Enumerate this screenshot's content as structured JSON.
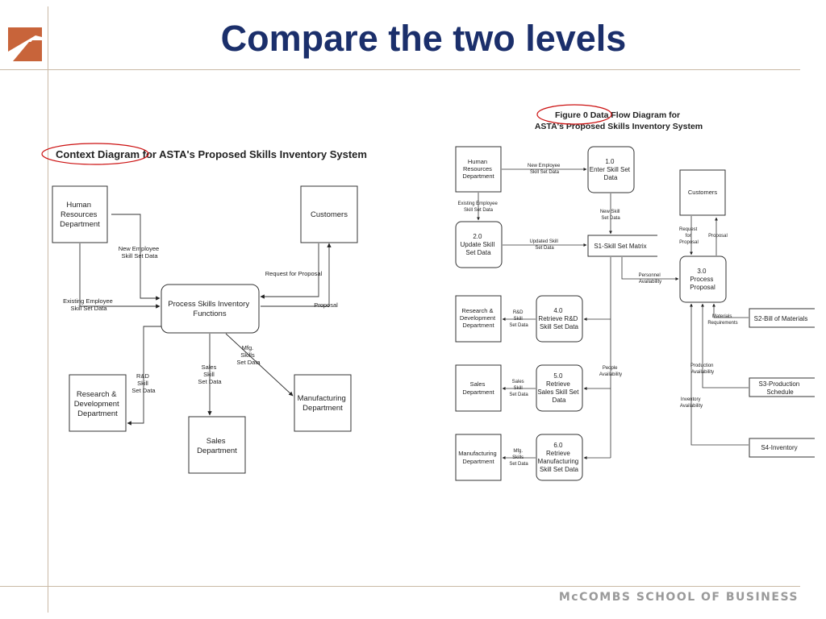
{
  "slide": {
    "title": "Compare the two levels",
    "footer": "McCOMBS SCHOOL OF BUSINESS"
  },
  "context": {
    "title": "Context Diagram for ASTA's Proposed Skills Inventory System",
    "hr": [
      "Human",
      "Resources",
      "Department"
    ],
    "customers": "Customers",
    "process": [
      "Process Skills Inventory",
      "Functions"
    ],
    "rd": [
      "Research &",
      "Development",
      "Department"
    ],
    "sales": [
      "Sales",
      "Department"
    ],
    "mfg": [
      "Manufacturing",
      "Department"
    ],
    "flow_new_emp": [
      "New Employee",
      "Skill Set Data"
    ],
    "flow_exist_emp": [
      "Existing Employee",
      "Skill Set Data"
    ],
    "flow_rfp": "Request for Proposal",
    "flow_proposal": "Proposal",
    "flow_rd": [
      "R&D",
      "Skill",
      "Set Data"
    ],
    "flow_sales": [
      "Sales",
      "Skill",
      "Set Data"
    ],
    "flow_mfg": [
      "Mfg.",
      "Skills",
      "Set Data"
    ]
  },
  "level0": {
    "title": [
      "Figure 0 Data Flow Diagram for",
      "ASTA's Proposed Skills Inventory System"
    ],
    "hr": [
      "Human",
      "Resources",
      "Department"
    ],
    "p1": [
      "1.0",
      "Enter Skill Set",
      "Data"
    ],
    "p2": [
      "2.0",
      "Update Skill",
      "Set Data"
    ],
    "s1": "S1-Skill Set Matrix",
    "customers": "Customers",
    "p3": [
      "3.0",
      "Process",
      "Proposal"
    ],
    "rd": [
      "Research &",
      "Development",
      "Department"
    ],
    "p4": [
      "4.0",
      "Retrieve R&D",
      "Skill Set Data"
    ],
    "sales": [
      "Sales",
      "Department"
    ],
    "p5": [
      "5.0",
      "Retrieve",
      "Sales Skill Set",
      "Data"
    ],
    "mfg": [
      "Manufacturing",
      "Department"
    ],
    "p6": [
      "6.0",
      "Retrieve",
      "Manufacturing",
      "Skill Set Data"
    ],
    "s2": "S2-Bill of Materials",
    "s3": [
      "S3-Production",
      "Schedule"
    ],
    "s4": "S4-Inventory",
    "flow_new_emp": [
      "New Employee",
      "Skill Set Data"
    ],
    "flow_exist_emp": [
      "Existing Employee",
      "Skill Set Data"
    ],
    "flow_new_skill": [
      "New Skill",
      "Set Data"
    ],
    "flow_updated": [
      "Updated Skill",
      "Set Data"
    ],
    "flow_personnel": [
      "Personnel",
      "Availability"
    ],
    "flow_rfp": [
      "Request",
      "for",
      "Proposal"
    ],
    "flow_proposal": "Proposal",
    "flow_materials": [
      "Materials",
      "Requirements"
    ],
    "flow_production": [
      "Production",
      "Availability"
    ],
    "flow_inventory": [
      "Inventory",
      "Availability"
    ],
    "flow_people": [
      "People",
      "Availability"
    ],
    "flow_rd": [
      "R&D",
      "Skill",
      "Set Data"
    ],
    "flow_sales": [
      "Sales",
      "Skill",
      "Set Data"
    ],
    "flow_mfg": [
      "Mfg.",
      "Skills",
      "Set Data"
    ]
  },
  "colors": {
    "title": "#1b2f6b",
    "highlight": "#cc1111",
    "logo": "#c8643a",
    "rule": "#c9b9a5"
  }
}
